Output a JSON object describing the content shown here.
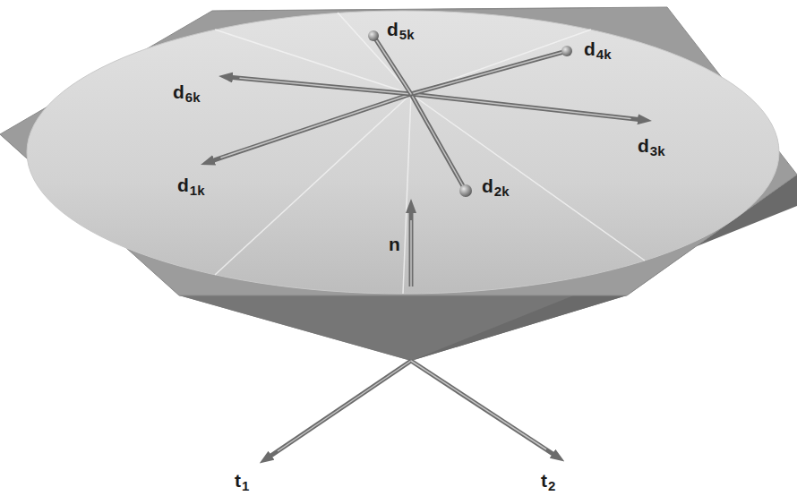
{
  "diagram": {
    "labels": [
      "d",
      "5k",
      "d",
      "4k",
      "d",
      "6k",
      "d",
      "3k",
      "d",
      "1k",
      "d",
      "2k",
      "n",
      "t",
      "1",
      "t",
      "2"
    ]
  }
}
